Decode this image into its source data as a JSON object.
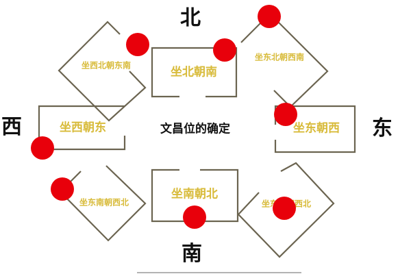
{
  "directions": {
    "north": "北",
    "south": "南",
    "east": "东",
    "west": "西"
  },
  "center_label": "文昌位的确定",
  "rooms": {
    "north": "坐北朝南",
    "south": "坐南朝北",
    "east": "坐东朝西",
    "west": "坐西朝东",
    "northwest": "坐西北朝东南",
    "northeast": "坐东北朝西南",
    "southwest": "坐东南朝西北",
    "southeast": "坐东南朝西北"
  },
  "colors": {
    "room_outline": "#6b6450",
    "room_label": "#d8bb3a",
    "marker": "#e8000b",
    "direction_text": "#111111"
  }
}
